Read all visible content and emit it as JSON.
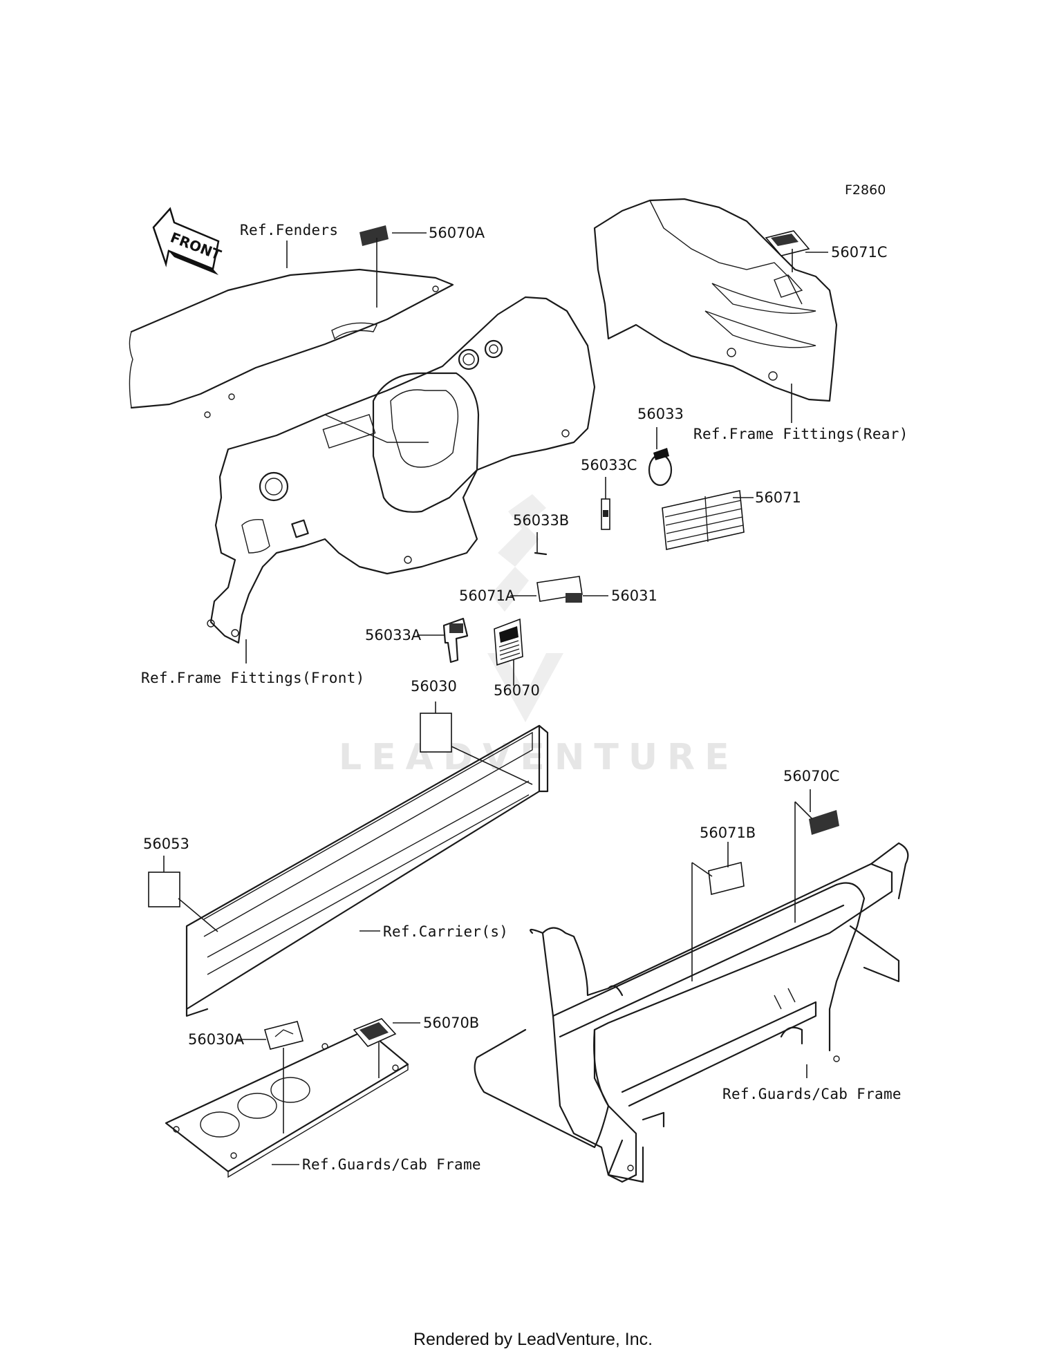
{
  "diagram": {
    "figure_code": "F2860",
    "watermark": "LEADVENTURE",
    "footer": "Rendered by LeadVenture, Inc.",
    "front_arrow": "FRONT",
    "parts": {
      "p56070A": "56070A",
      "p56071C": "56071C",
      "p56033": "56033",
      "p56033C": "56033C",
      "p56071": "56071",
      "p56033B": "56033B",
      "p56071A": "56071A",
      "p56031": "56031",
      "p56033A": "56033A",
      "p56070": "56070",
      "p56030": "56030",
      "p56053": "56053",
      "p56030A": "56030A",
      "p56070B": "56070B",
      "p56070C": "56070C",
      "p56071B": "56071B"
    },
    "refs": {
      "fenders": "Ref.Fenders",
      "frame_front": "Ref.Frame Fittings(Front)",
      "frame_rear": "Ref.Frame Fittings(Rear)",
      "carrier": "Ref.Carrier(s)",
      "guards_left": "Ref.Guards/Cab Frame",
      "guards_right": "Ref.Guards/Cab Frame"
    }
  }
}
